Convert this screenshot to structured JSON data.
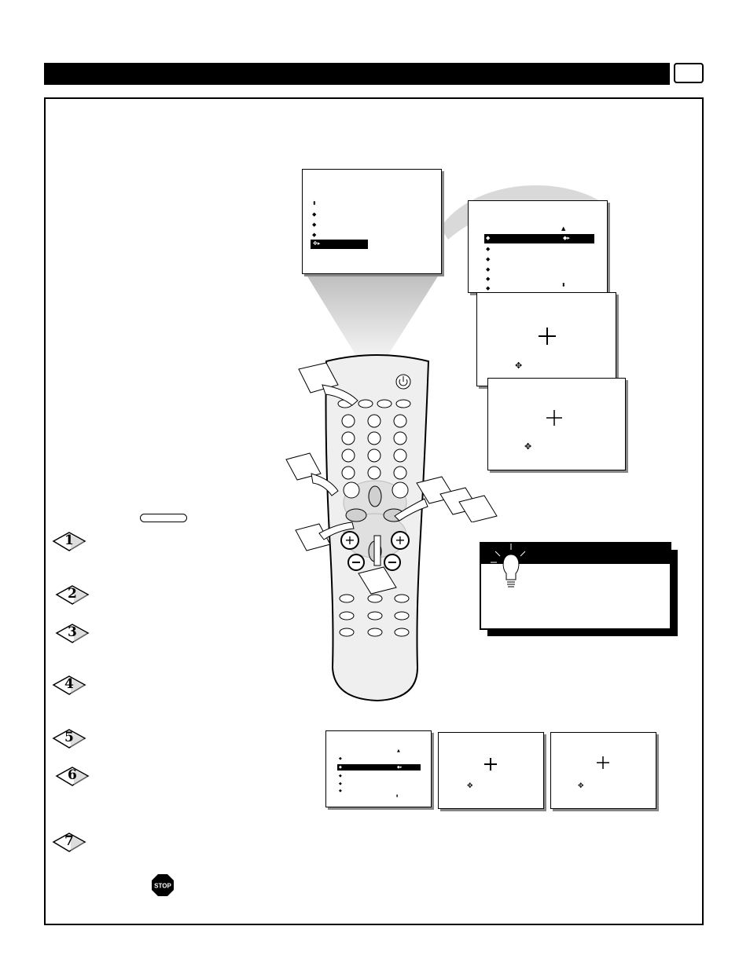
{
  "steps": [
    {
      "number": "1"
    },
    {
      "number": "2"
    },
    {
      "number": "3"
    },
    {
      "number": "4"
    },
    {
      "number": "5"
    },
    {
      "number": "6"
    },
    {
      "number": "7"
    }
  ],
  "stop_sign": {
    "label": "STOP"
  },
  "icons": {
    "lightbulb": "lightbulb-icon",
    "power": "power-icon",
    "crosshair": "crosshair-icon",
    "arrows": "four-way-arrow-icon"
  },
  "colors": {
    "ink": "#000000",
    "paper": "#ffffff",
    "highlight": "#d9d9d9",
    "remote_body": "#efefef"
  }
}
